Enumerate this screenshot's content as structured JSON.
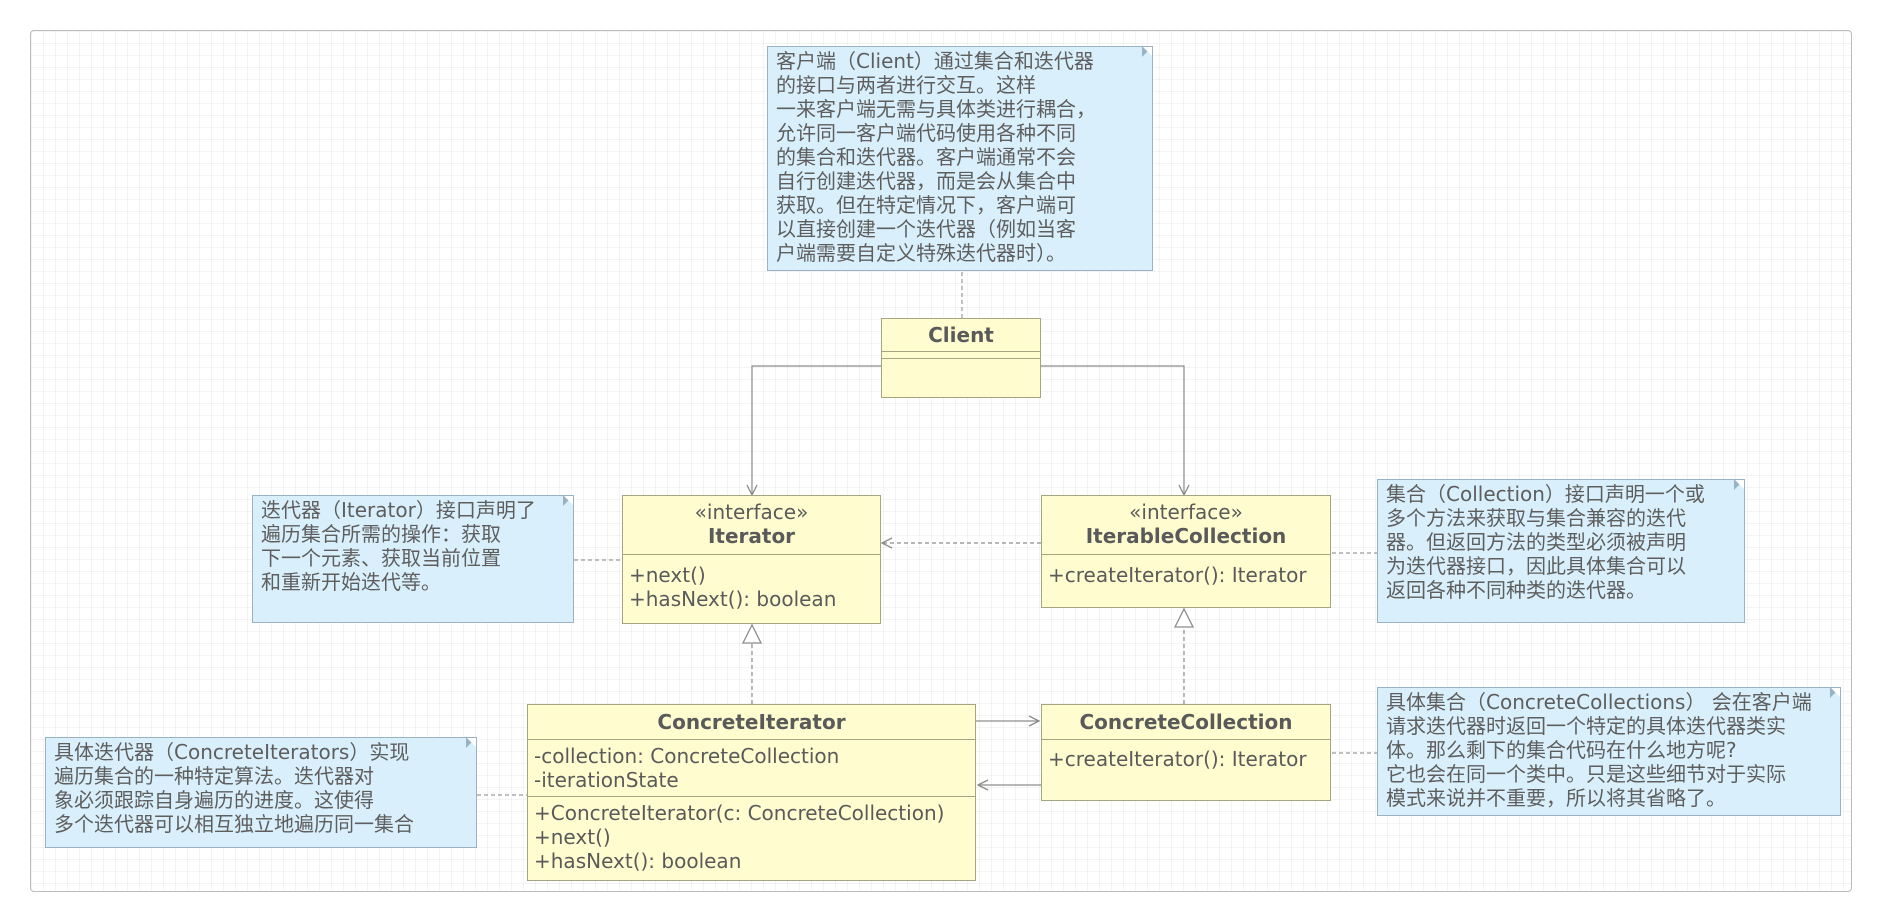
{
  "diagram": {
    "classes": {
      "client": {
        "name": "Client",
        "attributes": [],
        "methods": []
      },
      "iterator": {
        "stereotype": "«interface»",
        "name": "Iterator",
        "methods": [
          "+next()",
          "+hasNext(): boolean"
        ]
      },
      "iterable_collection": {
        "stereotype": "«interface»",
        "name": "IterableCollection",
        "methods": [
          "+createIterator(): Iterator"
        ]
      },
      "concrete_iterator": {
        "name": "ConcreteIterator",
        "attributes": [
          "-collection: ConcreteCollection",
          "-iterationState"
        ],
        "methods": [
          "+ConcreteIterator(c: ConcreteCollection)",
          "+next()",
          "+hasNext(): boolean"
        ]
      },
      "concrete_collection": {
        "name": "ConcreteCollection",
        "methods": [
          "+createIterator(): Iterator"
        ]
      }
    },
    "notes": {
      "client_note": [
        "客户端（Client）通过集合和迭代器",
        "的接口与两者进行交互。这样",
        "一来客户端无需与具体类进行耦合，",
        "允许同一客户端代码使用各种不同",
        "的集合和迭代器。客户端通常不会",
        "自行创建迭代器，而是会从集合中",
        "获取。但在特定情况下，客户端可",
        "以直接创建一个迭代器（例如当客",
        "户端需要自定义特殊迭代器时）。"
      ],
      "iterator_note": [
        "迭代器（Iterator）接口声明了",
        "遍历集合所需的操作：获取",
        "下一个元素、获取当前位置",
        "和重新开始迭代等。"
      ],
      "collection_note": [
        "集合（Collection）接口声明一个或",
        "多个方法来获取与集合兼容的迭代",
        "器。但返回方法的类型必须被声明",
        "为迭代器接口，因此具体集合可以",
        "返回各种不同种类的迭代器。"
      ],
      "concrete_iterator_note": [
        "具体迭代器（ConcreteIterators）实现",
        "遍历集合的一种特定算法。迭代器对",
        "象必须跟踪自身遍历的进度。这使得",
        "多个迭代器可以相互独立地遍历同一集合"
      ],
      "concrete_collection_note": [
        "具体集合（ConcreteCollections） 会在客户端",
        "请求迭代器时返回一个特定的具体迭代器类实",
        "体。那么剩下的集合代码在什么地方呢?",
        "它也会在同一个类中。只是这些细节对于实际",
        "模式来说并不重要，所以将其省略了。"
      ]
    }
  },
  "colors": {
    "class_fill": "#fffdd0",
    "class_border": "#a5a581",
    "note_fill": "#d9f0fc",
    "note_border": "#9ab3c4",
    "line": "#8c8c8c"
  }
}
